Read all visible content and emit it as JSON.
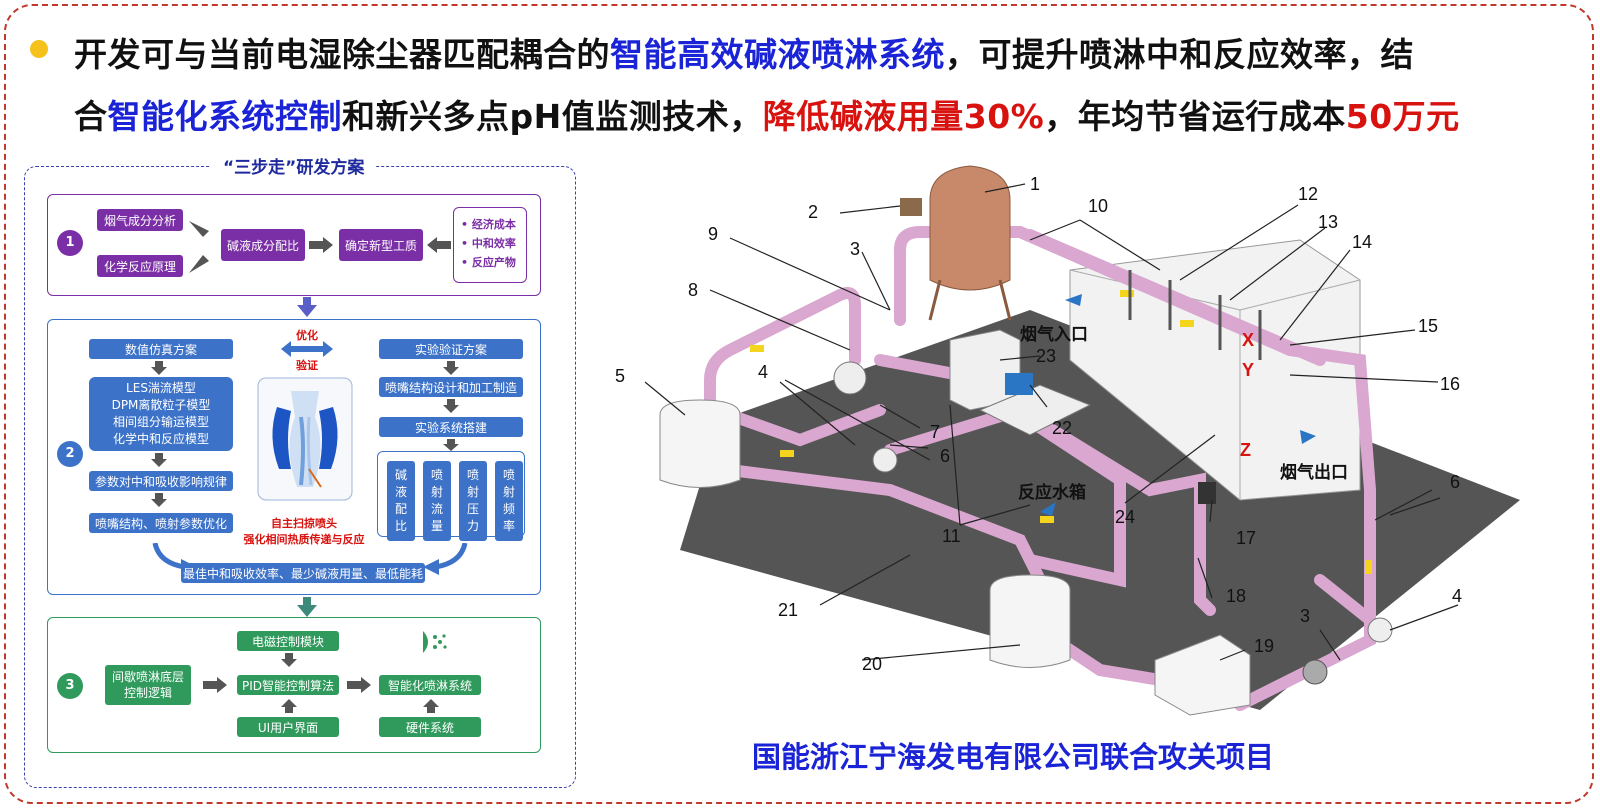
{
  "headline": {
    "l1_a": "开发可与当前电湿除尘器匹配耦合的",
    "l1_b": "智能高效碱液喷淋系统",
    "l1_c": "，可提升喷淋中和反应效率，结",
    "l2_a": "合",
    "l2_b": "智能化系统控制",
    "l2_c": "和新兴多点pH值监测技术，",
    "l2_d": "降低碱液用量30%",
    "l2_e": "，年均节省运行成本",
    "l2_f": "50万元"
  },
  "plan": {
    "title": "“三步走”研发方案",
    "s1": {
      "num": "1",
      "a": "烟气成分分析",
      "b": "化学反应原理",
      "c": "碱液成分配比",
      "d": "确定新型工质",
      "list": [
        "经济成本",
        "中和效率",
        "反应产物"
      ]
    },
    "s2": {
      "num": "2",
      "left_head": "数值仿真方案",
      "models": [
        "LES湍流模型",
        "DPM离散粒子模型",
        "相间组分输运模型",
        "化学中和反应模型"
      ],
      "l3": "参数对中和吸收影响规律",
      "l4": "喷嘴结构、喷射参数优化",
      "mid_top": "优化",
      "mid_bot": "验证",
      "mid_cap1": "自主扫掠喷头",
      "mid_cap2": "强化相间热质传递与反应",
      "right_head": "实验验证方案",
      "r2": "喷嘴结构设计和加工制造",
      "r3": "实验系统搭建",
      "params": [
        "碱液配比",
        "喷射流量",
        "喷射压力",
        "喷射频率"
      ],
      "bottom": "最佳中和吸收效率、最少碱液用量、最低能耗"
    },
    "s3": {
      "num": "3",
      "a": "间歇喷淋底层控制逻辑",
      "b_top": "电磁控制模块",
      "b_mid": "PID智能控制算法",
      "b_bot": "UI用户界面",
      "c_mid": "智能化喷淋系统",
      "c_bot": "硬件系统"
    }
  },
  "diagram": {
    "numbers": [
      "1",
      "2",
      "3",
      "4",
      "5",
      "6",
      "7",
      "8",
      "9",
      "10",
      "11",
      "12",
      "13",
      "14",
      "15",
      "16",
      "17",
      "18",
      "19",
      "20",
      "21",
      "22",
      "23",
      "24",
      "3",
      "4",
      "6"
    ],
    "labels": {
      "inlet": "烟气入口",
      "outlet": "烟气出口",
      "tank": "反应水箱",
      "x": "X",
      "y": "Y",
      "z": "Z"
    }
  },
  "footer": "国能浙江宁海发电有限公司联合攻关项目",
  "colors": {
    "blue": "#1a23d6",
    "red": "#d8120f",
    "purple": "#7b2fa6",
    "step_blue": "#3d72c9",
    "green": "#2f9a5c",
    "pipe": "#d9a7cf"
  }
}
